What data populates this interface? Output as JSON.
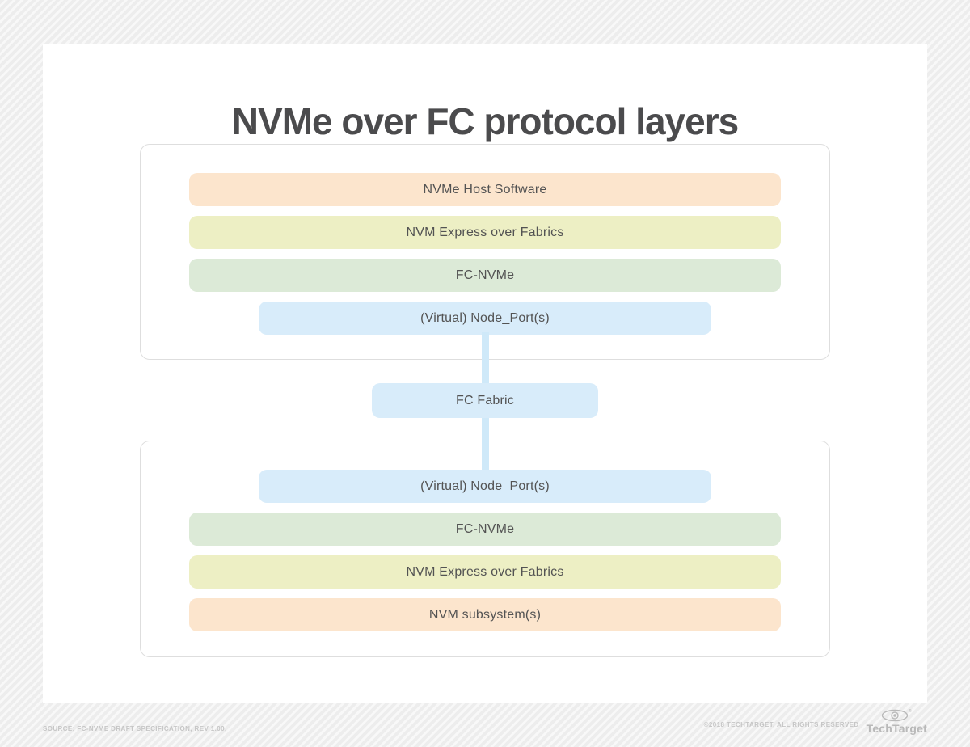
{
  "title": "NVMe over FC protocol layers",
  "colors": {
    "peach": "#fce5cd",
    "yellow": "#edefc4",
    "green": "#dcead7",
    "blue": "#d8ecfa",
    "connector": "#cfe9f9",
    "text": "#535353",
    "title": "#4b4b4d",
    "border": "#dedede",
    "footer_text": "#c6c6c6",
    "logo_gray": "#b9b9b9"
  },
  "host_stack": {
    "layers": [
      {
        "label": "NVMe Host Software",
        "color": "#fce5cd"
      },
      {
        "label": "NVM Express over Fabrics",
        "color": "#edefc4"
      },
      {
        "label": "FC-NVMe",
        "color": "#dcead7"
      },
      {
        "label": "(Virtual) Node_Port(s)",
        "color": "#d8ecfa"
      }
    ]
  },
  "fabric": {
    "label": "FC Fabric",
    "color": "#d8ecfa"
  },
  "target_stack": {
    "layers": [
      {
        "label": "(Virtual) Node_Port(s)",
        "color": "#d8ecfa"
      },
      {
        "label": "FC-NVMe",
        "color": "#dcead7"
      },
      {
        "label": "NVM Express over Fabrics",
        "color": "#edefc4"
      },
      {
        "label": "NVM subsystem(s)",
        "color": "#fce5cd"
      }
    ]
  },
  "footer": {
    "source": "SOURCE: FC-NVME DRAFT SPECIFICATION, REV 1.00.",
    "copyright": "©2018 TECHTARGET. ALL RIGHTS RESERVED",
    "logo": "TechTarget"
  }
}
